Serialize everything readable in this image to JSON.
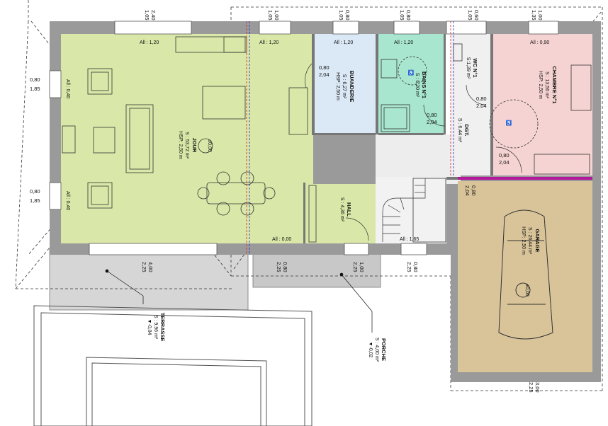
{
  "colors": {
    "jour": "#d9e8a8",
    "buanderie": "#dbe8f6",
    "bains": "#a8e6cf",
    "chambre": "#f6d3d3",
    "garage": "#d9c49a",
    "porch": "#c8c8c8",
    "terrace": "#d6d6d6",
    "wall": "#9a9a9a",
    "accent_magenta": "#b4179b"
  },
  "rooms": {
    "jour": {
      "name": "JOUR",
      "surface": "S : 53,72 m²",
      "height": "HSP: 2,50 m"
    },
    "buanderie": {
      "name": "BUANDERIE",
      "surface": "S : 6,27 m²",
      "height": "HSP: 2,50 m"
    },
    "bains": {
      "name": "BAINS N°1",
      "surface": "S : 6,20 m²"
    },
    "wc": {
      "name": "WC N°1",
      "surface": "S:1,39 m²"
    },
    "dgt": {
      "name": "DGT.",
      "surface": "S : 6,44 m²"
    },
    "hall": {
      "name": "HALL",
      "surface": "S : 4,36 m²"
    },
    "chambre": {
      "name": "CHAMBRE N°1",
      "surface": "S : 13,56 m²",
      "height": "HSP: 2,50 m"
    },
    "garage": {
      "name": "GARAGE",
      "surface": "S : 26,44 m²",
      "height": "HSP: 2,50 m"
    },
    "terrasse": {
      "name": "TERRASSE",
      "surface": "S : 9,96 m²",
      "level": "▼-0,04"
    },
    "porche": {
      "name": "PORCHE",
      "surface": "S : 4,00 m²",
      "level": "▼-0,02"
    }
  },
  "sill_labels": {
    "all_120_a": "All : 1,20",
    "all_120_b": "All : 1,20",
    "all_120_c": "All : 1,20",
    "all_120_d": "All : 1,20",
    "all_090": "All : 0,90",
    "all_040_a": "All : 0,40",
    "all_040_b": "All : 0,40",
    "all_000": "All : 0,00",
    "all_165": "All : 1,65"
  },
  "levels": {
    "jour_level": "±0,00",
    "garage_level": "±0,00"
  },
  "dims_top": [
    {
      "w": "2,40",
      "h": "1,05"
    },
    {
      "w": "1,00",
      "h": "1,05"
    },
    {
      "w": "0,80",
      "h": "1,05"
    },
    {
      "w": "0,80",
      "h": "1,05"
    },
    {
      "w": "0,60",
      "h": "1,05"
    },
    {
      "w": "1,00",
      "h": "1,35"
    }
  ],
  "dims_left": [
    {
      "w": "0,80",
      "h": "1,85"
    },
    {
      "w": "0,80",
      "h": "1,85"
    }
  ],
  "dims_bottom": [
    {
      "w": "4,00",
      "h": "2,25"
    },
    {
      "w": "0,80",
      "h": "2,25"
    },
    {
      "w": "1,00",
      "h": "2,25"
    },
    {
      "w": "0,80",
      "h": "2,25"
    },
    {
      "w": "3,00",
      "h": "2,25"
    }
  ],
  "door_dims": {
    "buanderie": {
      "w": "0,80",
      "h": "2,04"
    },
    "bains": {
      "w": "0,80",
      "h": "2,04"
    },
    "wc": {
      "w": "0,80",
      "h": "2,04"
    },
    "chambre": {
      "w": "0,80",
      "h": "2,04"
    },
    "garage": {
      "w": "0,80",
      "h": "2,04"
    }
  }
}
